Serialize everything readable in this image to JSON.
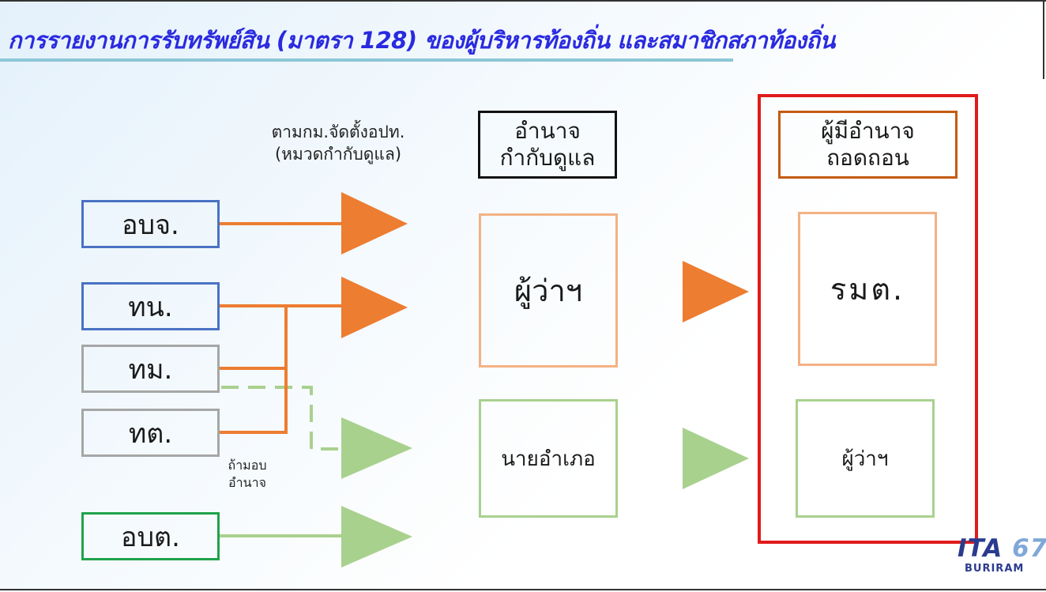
{
  "title": "การรายงานการรับทรัพย์สิน (มาตรา 128) ของผู้บริหารท้องถิ่น และสมาชิกสภาท้องถิ่น",
  "note_law": {
    "line1": "ตามกม.จัดตั้งอปท.",
    "line2": "(หมวดกำกับดูแล)"
  },
  "headers": {
    "supervisory": {
      "line1": "อำนาจ",
      "line2": "กำกับดูแล"
    },
    "removal": {
      "line1": "ผู้มีอำนาจ",
      "line2": "ถอดถอน"
    }
  },
  "sources": [
    {
      "label": "อบจ."
    },
    {
      "label": "ทน."
    },
    {
      "label": "ทม."
    },
    {
      "label": "ทต."
    },
    {
      "label": "อบต."
    }
  ],
  "delegate_note": {
    "line1": "ถ้ามอบ",
    "line2": "อำนาจ"
  },
  "supervisors": {
    "governor": "ผู้ว่าฯ",
    "district_chief": "นายอำเภอ"
  },
  "removers": {
    "interior_minister": "รมต.",
    "governor": "ผู้ว่าฯ"
  },
  "logo": {
    "text": "ITA",
    "number": "67",
    "sub": "BURIRAM"
  },
  "colors": {
    "title": "#2a2ae0",
    "orange_flow": "#ed7d31",
    "green_flow": "#a9d18e",
    "blue_border": "#4a72c4",
    "gray_border": "#a6a6a6",
    "green_border": "#1fa34a",
    "highlight_frame": "#e01b1b"
  }
}
